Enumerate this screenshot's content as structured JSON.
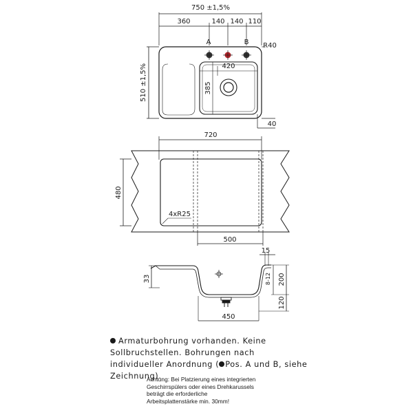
{
  "top_view": {
    "overall_width": "750 ±1,5%",
    "seg_1": "360",
    "seg_2": "140",
    "seg_3": "140",
    "seg_4": "110",
    "label_a": "A",
    "label_b": "B",
    "corner_radius": "R40",
    "bowl_width": "420",
    "bowl_depth": "385",
    "overall_depth": "510 ±1,5%",
    "edge_offset": "40",
    "tap_colors": {
      "a": "#333333",
      "center": "#b3242a",
      "b": "#333333"
    }
  },
  "cutout_view": {
    "width": "720",
    "depth": "480",
    "corner_radius": "4xR25",
    "bowl_width": "500"
  },
  "section_view": {
    "rim": "15",
    "height_left": "33",
    "tolerance": "8-12",
    "depth": "200",
    "waste": "120",
    "bowl_width": "450"
  },
  "notes": {
    "main": "Armaturbohrung vorhanden. Keine Sollbruchstellen. Bohrungen nach individueller Anordnung (",
    "main_mid": "Pos. A und B, siehe Zeichnung).",
    "warning": [
      "Achtung: Bei Platzierung eines integrierten",
      "Geschirrspülers oder eines Drehkarussels",
      "beträgt die erforderliche",
      "Arbeitsplattenstärke min. 30mm!"
    ]
  }
}
